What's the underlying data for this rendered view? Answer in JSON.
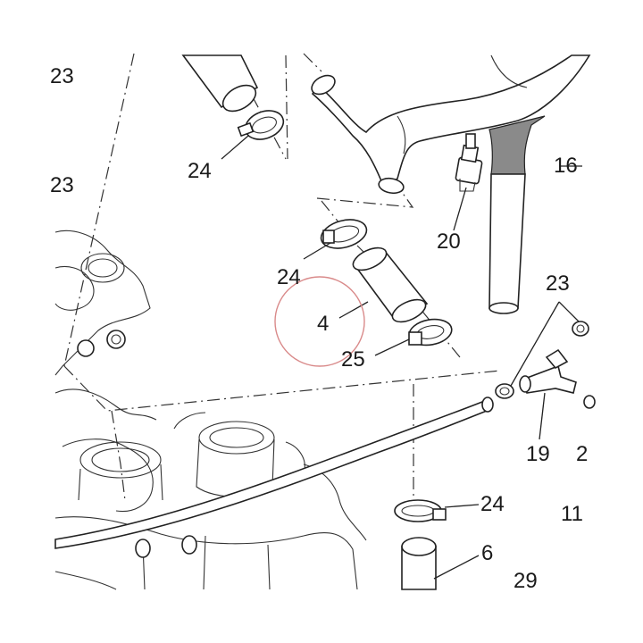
{
  "callouts": {
    "c_23_top": "23",
    "c_23_mid": "23",
    "c_24_upper": "24",
    "c_24_center": "24",
    "c_24_lower": "24",
    "c_20": "20",
    "c_16": "16",
    "c_23_right": "23",
    "c_4": "4",
    "c_25": "25",
    "c_19": "19",
    "c_2": "2",
    "c_11": "11",
    "c_6": "6",
    "c_29": "29"
  },
  "colors": {
    "line": "#222222",
    "highlight_circle": "#d98a8a",
    "shade": "#8a8a8a"
  }
}
